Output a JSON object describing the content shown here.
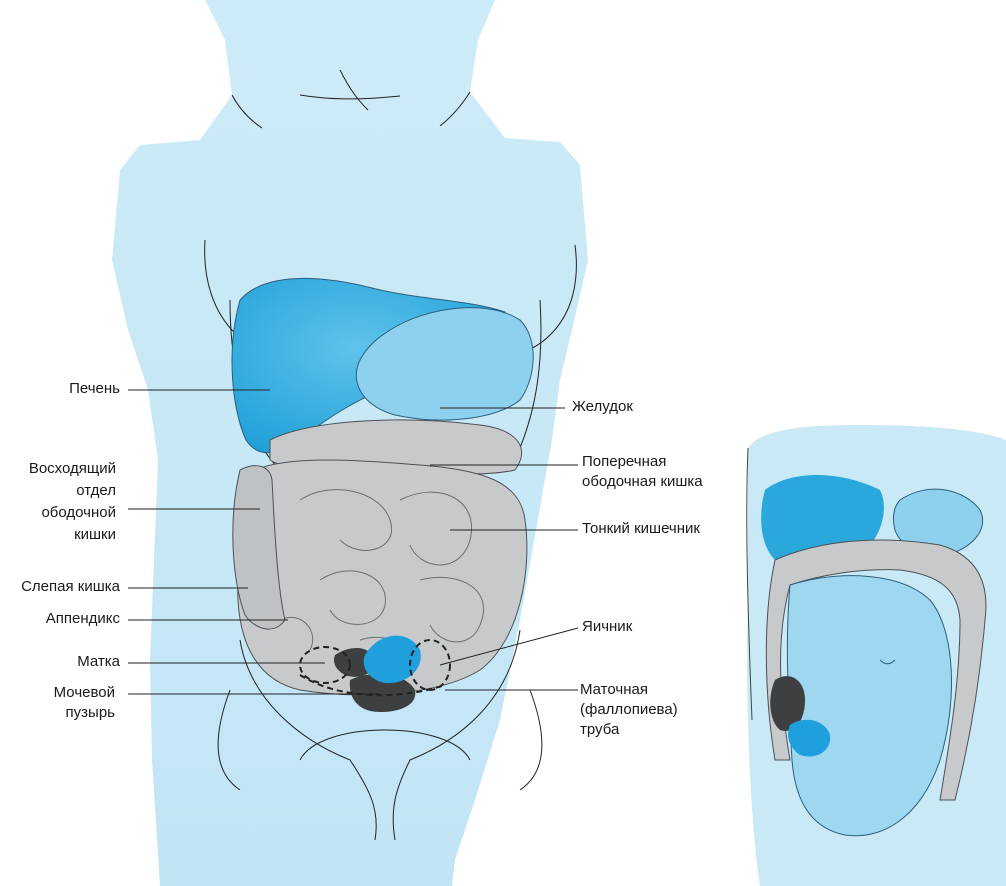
{
  "colors": {
    "body": "#c9e9f7",
    "body_outline": "#3b4650",
    "liver": "#2aa8dc",
    "stomach": "#8dd1ef",
    "intestine": "#c7c9cb",
    "intestine_dark": "#8e9194",
    "uterus": "#3e3f41",
    "ovary": "#1f9fdb",
    "fetus_womb": "#9fd6f0"
  },
  "labels": {
    "liver": "Печень",
    "stomach": "Желудок",
    "ascending_colon": [
      "Восходящий",
      "отдел",
      "ободочной",
      "кишки"
    ],
    "transverse_colon": [
      "Поперечная",
      "ободочная кишка"
    ],
    "small_intestine": "Тонкий кишечник",
    "cecum": "Слепая кишка",
    "appendix": "Аппендикс",
    "ovary": "Яичник",
    "uterus": "Матка",
    "bladder": [
      "Мочевой",
      "пузырь"
    ],
    "fallopian_tube": [
      "Маточная",
      "(фаллопиева)",
      "труба"
    ]
  }
}
